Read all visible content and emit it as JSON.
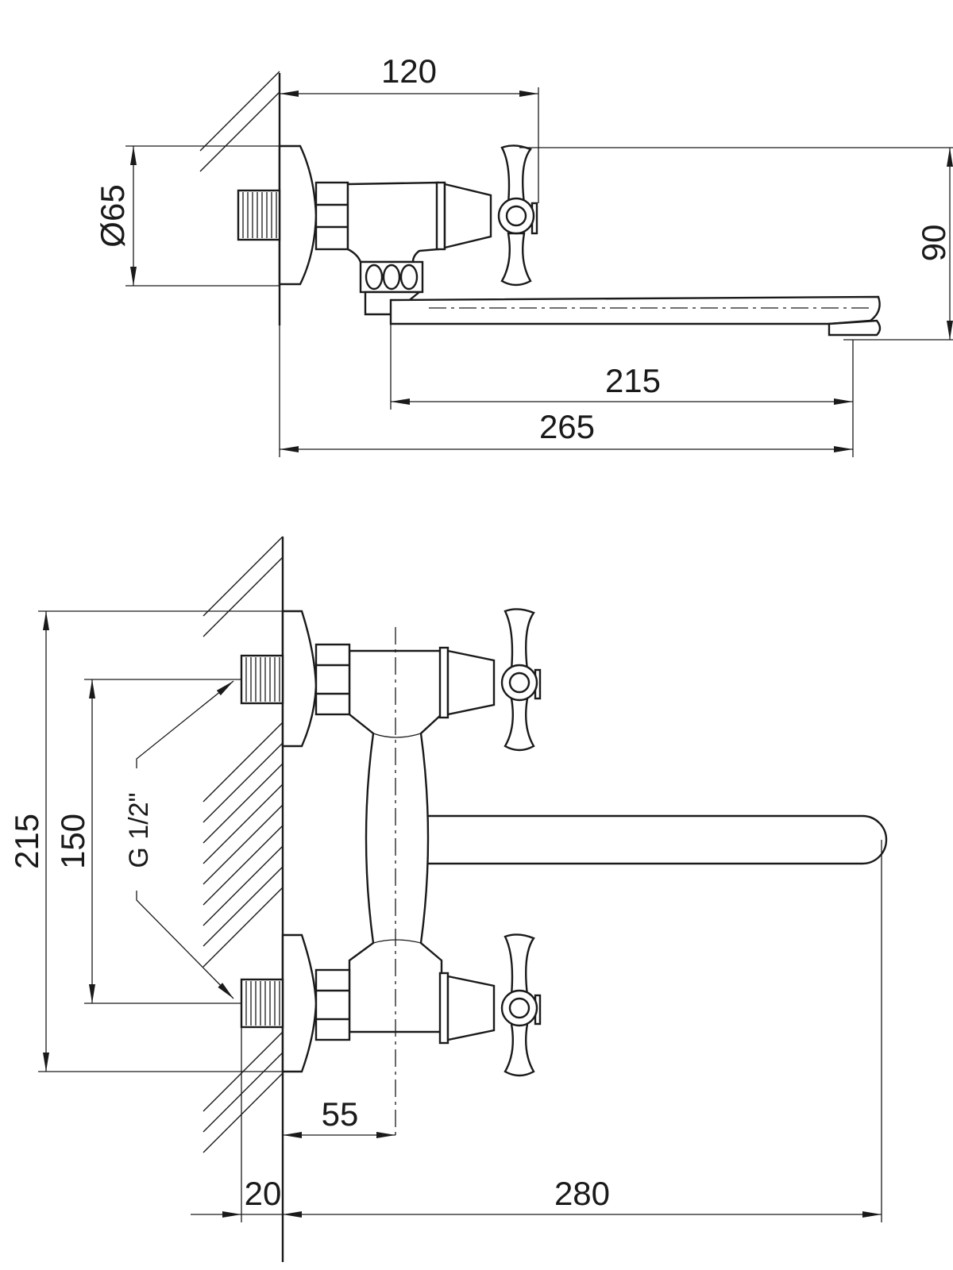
{
  "top_view": {
    "dim_width": "120",
    "dim_diameter": "Ø65",
    "dim_height": "90",
    "dim_spout": "215",
    "dim_total": "265"
  },
  "front_view": {
    "dim_height": "215",
    "dim_centers": "150",
    "thread": "G 1/2\"",
    "dim_axis": "55",
    "dim_thread_len": "20",
    "dim_spout": "280"
  }
}
